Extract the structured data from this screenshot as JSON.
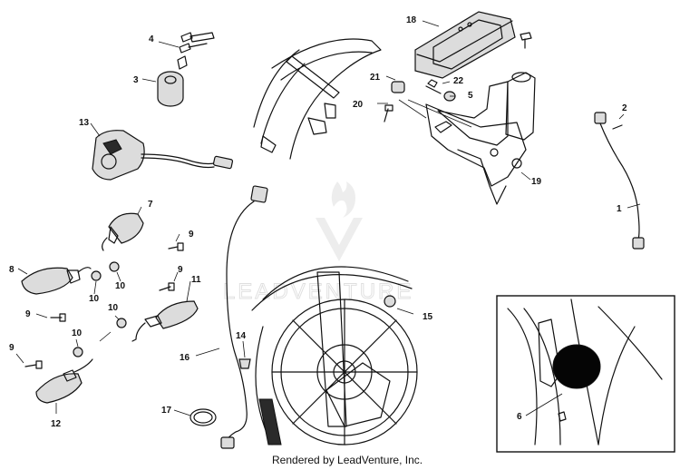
{
  "watermark": {
    "text": "LEADVENTURE"
  },
  "footer": {
    "text": "Rendered by LeadVenture, Inc."
  },
  "callouts": {
    "c1": "1",
    "c2": "2",
    "c3": "3",
    "c4": "4",
    "c5": "5",
    "c6": "6",
    "c7": "7",
    "c8": "8",
    "c9a": "9",
    "c9b": "9",
    "c9c": "9",
    "c9d": "9",
    "c10a": "10",
    "c10b": "10",
    "c10c": "10",
    "c10d": "10",
    "c11": "11",
    "c12": "12",
    "c13": "13",
    "c14": "14",
    "c15": "15",
    "c16": "16",
    "c17": "17",
    "c18": "18",
    "c19": "19",
    "c20": "20",
    "c21": "21",
    "c22": "22"
  }
}
